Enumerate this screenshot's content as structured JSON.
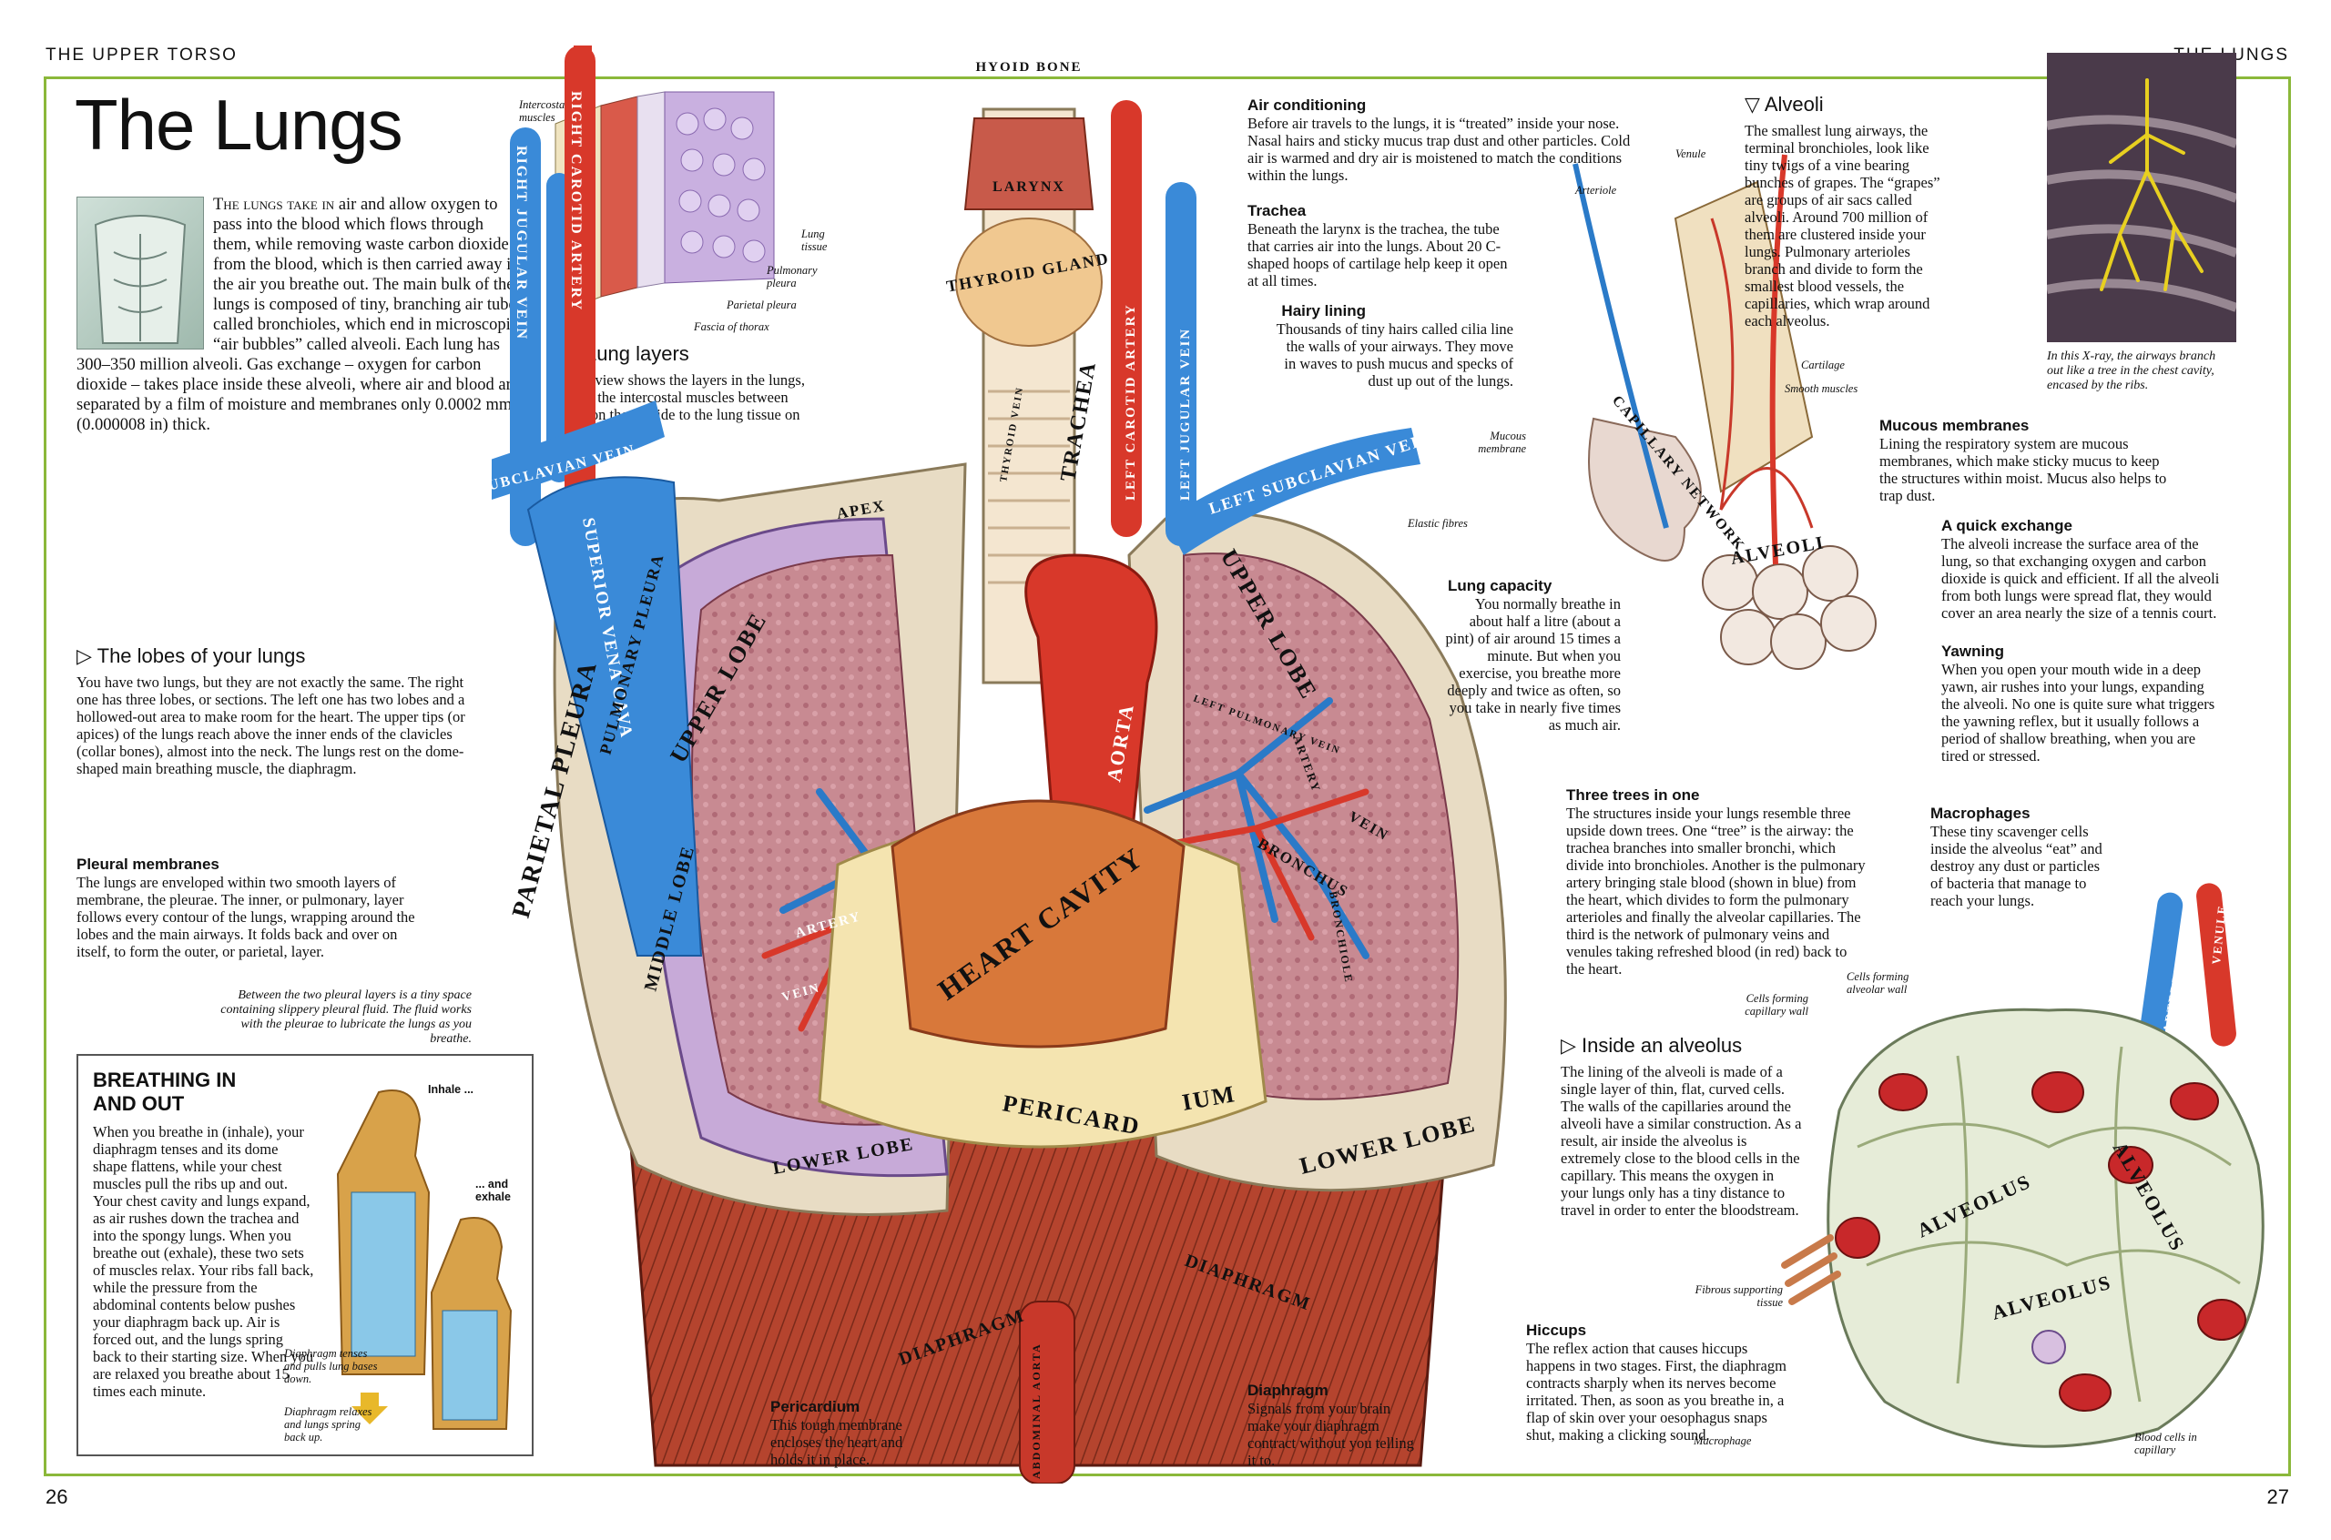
{
  "running_head": {
    "left": "THE UPPER TORSO",
    "right": "THE LUNGS"
  },
  "folio": {
    "left": "26",
    "right": "27"
  },
  "title": "The Lungs",
  "intro": {
    "lead": "The lungs take in",
    "text": " air and allow oxygen to pass into the blood which flows through them, while removing waste carbon dioxide from the blood, which is then carried away in the air you breathe out. The main bulk of the lungs is composed of tiny, branching air tubes called bronchioles, which end in microscopic “air bubbles” called alveoli. Each lung has 300–350 million alveoli. Gas exchange – oxygen for carbon dioxide – takes place inside these alveoli, where air and blood are separated by a film of moisture and membranes only 0.0002 mm (0.000008 in) thick."
  },
  "lung_layers": {
    "heading": "△ Lung layers",
    "text": "This view shows the layers in the lungs, from the intercostal muscles between ribs on the outside to the lung tissue on the inside.",
    "labels": {
      "intercostal": "Intercostal muscles",
      "lung_tissue": "Lung tissue",
      "pulmonary_pleura": "Pulmonary pleura",
      "parietal_pleura": "Parietal pleura",
      "fascia": "Fascia of thorax"
    }
  },
  "lobes": {
    "heading": "▷ The lobes of your lungs",
    "text": "You have two lungs, but they are not exactly the same. The right one has three lobes, or sections. The left one has two lobes and a hollowed-out area to make room for the heart. The upper tips (or apices) of the lungs reach above the inner ends of the clavicles (collar bones), almost into the neck. The lungs rest on the dome-shaped main breathing muscle, the diaphragm."
  },
  "pleural": {
    "heading": "Pleural membranes",
    "text": "The lungs are enveloped within two smooth layers of membrane, the pleurae. The inner, or pulmonary, layer follows every contour of the lungs, wrapping around the lobes and the main airways. It folds back and over on itself, to form the outer, or parietal, layer.",
    "caption": "Between the two pleural layers is a tiny space containing slippery pleural fluid. The fluid works with the pleurae to lubricate the lungs as you breathe."
  },
  "breathing": {
    "heading": "BREATHING IN AND OUT",
    "text": "When you breathe in (inhale), your diaphragm tenses and its dome shape flattens, while your chest muscles pull the ribs up and out. Your chest cavity and lungs expand, as air rushes down the trachea and into the spongy lungs. When you breathe out (exhale), these two sets of muscles relax. Your ribs fall back, while the pressure from the abdominal contents below pushes your diaphragm back up. Air is forced out, and the lungs spring back to their starting size. When you are relaxed you breathe about 15 times each minute.",
    "inhale": "Inhale ...",
    "exhale": "... and exhale",
    "cap1": "Diaphragm tenses and pulls lung bases down.",
    "cap2": "Diaphragm relaxes and lungs spring back up."
  },
  "air_conditioning": {
    "heading": "Air conditioning",
    "text": "Before air travels to the lungs, it is “treated” inside your nose. Nasal hairs and sticky mucus trap dust and other particles. Cold air is warmed and dry air is moistened to match the conditions within the lungs."
  },
  "trachea": {
    "heading": "Trachea",
    "text": "Beneath the larynx is the trachea, the tube that carries air into the lungs. About 20 C-shaped hoops of cartilage help keep it open at all times."
  },
  "hairy": {
    "heading": "Hairy lining",
    "text": "Thousands of tiny hairs called cilia line the walls of your airways. They move in waves to push mucus and specks of dust up out of the lungs."
  },
  "capacity": {
    "heading": "Lung capacity",
    "text": "You normally breathe in about half a litre (about a pint) of air around 15 times a minute. But when you exercise, you breathe more deeply and twice as often, so you take in nearly five times as much air."
  },
  "three_trees": {
    "heading": "Three trees in one",
    "text": "The structures inside your lungs resemble three upside down trees. One “tree” is the airway: the trachea branches into smaller bronchi, which divide into bronchioles. Another is the pulmonary artery bringing stale blood (shown in blue) from the heart, which divides to form the pulmonary arterioles and finally the alveolar capillaries. The third is the network of pulmonary veins and venules taking refreshed blood (in red) back to the heart."
  },
  "inside_alveolus": {
    "heading": "▷ Inside an alveolus",
    "text": "The lining of the alveoli is made of a single layer of thin, flat, curved cells. The walls of the capillaries around the alveoli have a similar construction. As a result, air inside the alveolus is extremely close to the blood cells in the capillary. This means the oxygen in your lungs only has a tiny distance to travel in order to enter the bloodstream."
  },
  "hiccups": {
    "heading": "Hiccups",
    "text": "The reflex action that causes hiccups happens in two stages. First, the diaphragm contracts sharply when its nerves become irritated. Then, as soon as you breathe in, a flap of skin over your oesophagus snaps shut, making a clicking sound."
  },
  "diaphragm_note": {
    "heading": "Diaphragm",
    "text": "Signals from your brain make your diaphragm contract without you telling it to."
  },
  "pericardium_note": {
    "heading": "Pericardium",
    "text": "This tough membrane encloses the heart and holds it in place."
  },
  "alveoli": {
    "heading": "▽ Alveoli",
    "text": "The smallest lung airways, the terminal bronchioles, look like tiny twigs of a vine bearing bunches of grapes. The “grapes” are groups of air sacs called alveoli. Around 700 million of them are clustered inside your lungs. Pulmonary arterioles branch and divide to form the smallest blood vessels, the capillaries, which wrap around each alveolus.",
    "labels": {
      "venule": "Venule",
      "arteriole": "Arteriole",
      "cartilage": "Cartilage",
      "smooth": "Smooth muscles",
      "mucous": "Mucous membrane",
      "elastic": "Elastic fibres",
      "capillary": "CAPILLARY NETWORK",
      "alveoli": "ALVEOLI"
    }
  },
  "xray_caption": "In this X-ray, the airways branch out like a tree in the chest cavity, encased by the ribs.",
  "mucous": {
    "heading": "Mucous membranes",
    "text": "Lining the respiratory system are mucous membranes, which make sticky mucus to keep the structures within moist. Mucus also helps to trap dust."
  },
  "quick": {
    "heading": "A quick exchange",
    "text": "The alveoli increase the surface area of the lung, so that exchanging oxygen and carbon dioxide is quick and efficient. If all the alveoli from both lungs were spread flat, they would cover an area nearly the size of a tennis court."
  },
  "yawning": {
    "heading": "Yawning",
    "text": "When you open your mouth wide in a deep yawn, air rushes into your lungs, expanding the alveoli. No one is quite sure what triggers the yawning reflex, but it usually follows a period of shallow breathing, when you are tired or stressed."
  },
  "macrophages": {
    "heading": "Macrophages",
    "text": "These tiny scavenger cells inside the alveolus “eat” and destroy any dust or particles of bacteria that manage to reach your lungs."
  },
  "alveolus_labels": {
    "cap_wall": "Cells forming capillary wall",
    "alv_wall": "Cells forming alveolar wall",
    "arteriole": "ARTERIOLE",
    "venule": "VENULE",
    "fibrous": "Fibrous supporting tissue",
    "macrophage": "Macrophage",
    "blood": "Blood cells in capillary",
    "alveolus": "ALVEOLUS"
  },
  "diagram_labels": {
    "hyoid": "HYOID BONE",
    "larynx": "LARYNX",
    "thyroid": "THYROID GLAND",
    "trachea": "TRACHEA",
    "thyroid_vein": "THYROID VEIN",
    "r_carotid": "RIGHT CAROTID ARTERY",
    "r_jugular": "RIGHT JUGULAR VEIN",
    "l_carotid": "LEFT CAROTID ARTERY",
    "l_jugular": "LEFT JUGULAR VEIN",
    "r_subclavian": "RIGHT SUBCLAVIAN VEIN",
    "l_subclavian": "LEFT SUBCLAVIAN VEIN",
    "svc": "SUPERIOR VENA CAVA",
    "aorta": "AORTA",
    "apex": "APEX",
    "parietal": "PARIETAL PLEURA",
    "pulmonary": "PULMONARY PLEURA",
    "upper_r": "UPPER LOBE",
    "upper_l": "UPPER LOBE",
    "middle": "MIDDLE LOBE",
    "lower_r": "LOWER LOBE",
    "lower_l": "LOWER LOBE",
    "artery": "ARTERY",
    "vein": "VEIN",
    "heart": "HEART CAVITY",
    "pericard": "PERICARD",
    "ium": "IUM",
    "left_pv": "LEFT PULMONARY VEIN",
    "artery_l": "ARTERY",
    "bronchus": "BRONCHUS",
    "vein_l": "VEIN",
    "bronchiole": "BRONCHIOLE",
    "diaphragm1": "DIAPHRAGM",
    "diaphragm2": "DIAPHRAGM",
    "abd_aorta": "ABDOMINAL AORTA"
  }
}
